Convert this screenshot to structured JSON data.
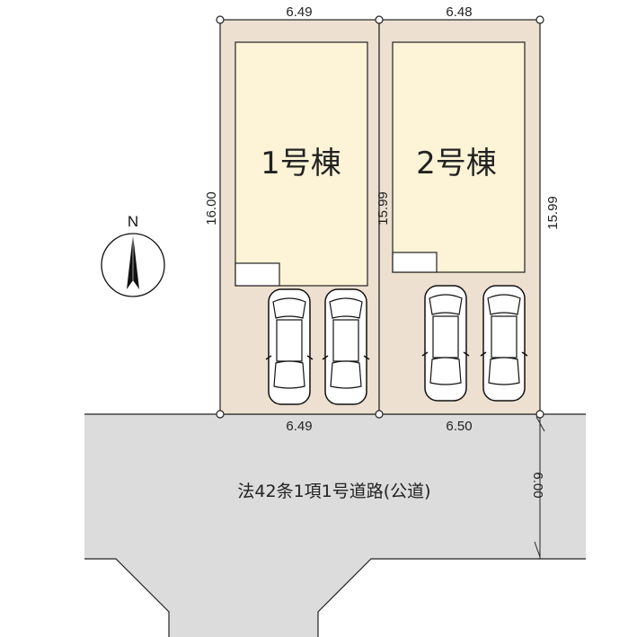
{
  "lots": [
    {
      "name": "1号棟",
      "top": "6.49",
      "bottom": "6.49",
      "left": "16.00",
      "right": "15.99"
    },
    {
      "name": "2号棟",
      "top": "6.48",
      "bottom": "6.50",
      "right": "15.99"
    }
  ],
  "road": {
    "label": "法42条1項1号道路(公道)",
    "width": "6.00"
  },
  "compass": {
    "label": "N"
  },
  "colors": {
    "lot": "#ede0d0",
    "building": "#fdf3d6",
    "road": "#dcdcdc"
  }
}
